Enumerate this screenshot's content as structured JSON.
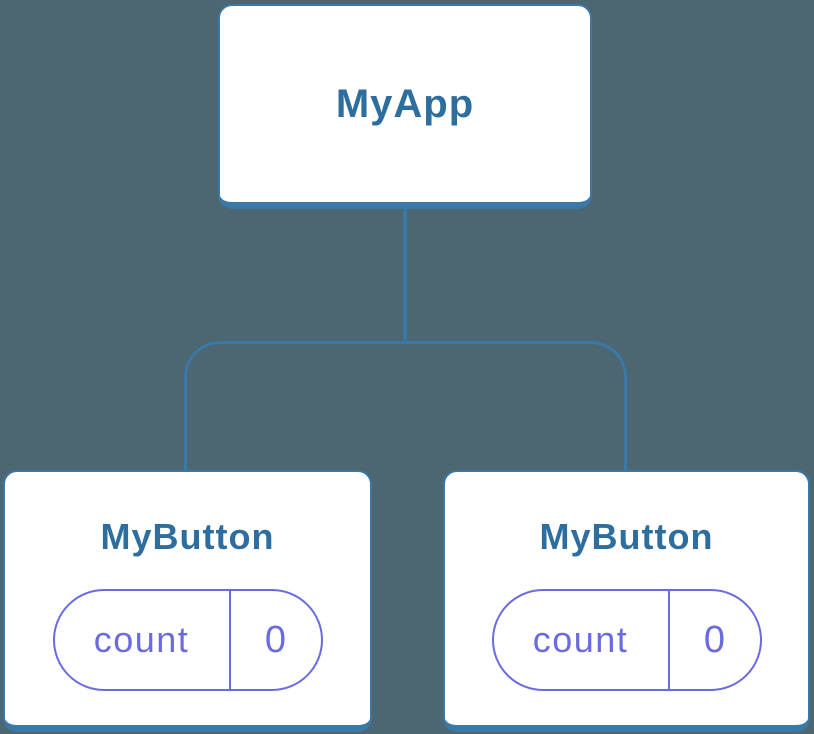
{
  "diagram": {
    "root": {
      "label": "MyApp"
    },
    "children": [
      {
        "label": "MyButton",
        "state": {
          "name": "count",
          "value": "0"
        }
      },
      {
        "label": "MyButton",
        "state": {
          "name": "count",
          "value": "0"
        }
      }
    ]
  },
  "colors": {
    "background": "#4C6672",
    "line_blue": "#3A78A5",
    "label_blue": "#2D6E9E",
    "state_purple": "#6B6BE0",
    "card_fill": "#FFFFFF"
  }
}
